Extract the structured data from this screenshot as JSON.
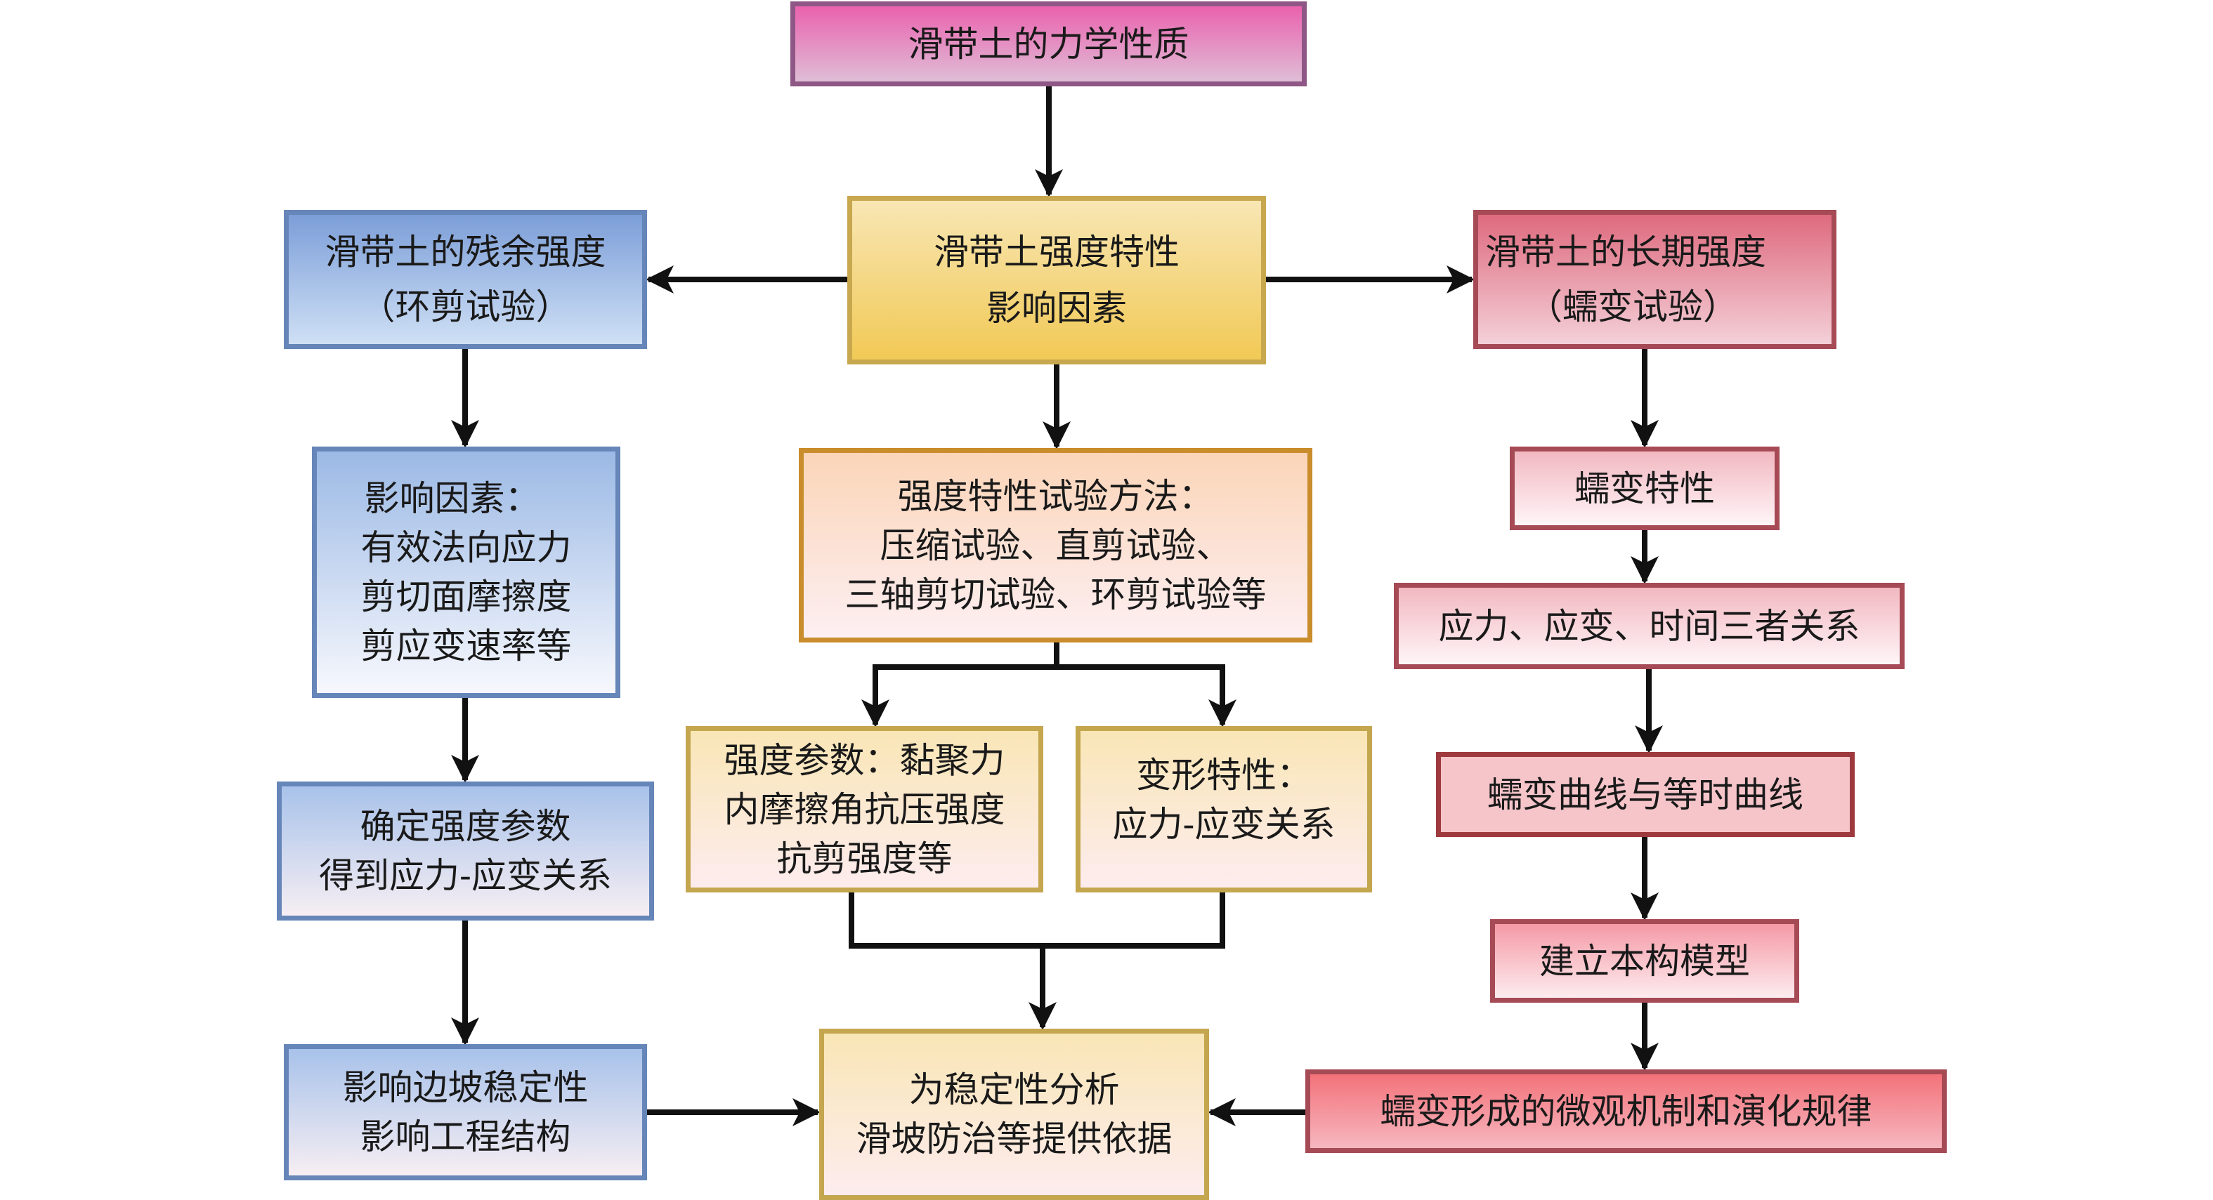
{
  "title": "滑带土的力学性质",
  "nodes": {
    "root": {
      "lines": [
        "滑带土的力学性质"
      ]
    },
    "strength_factors": {
      "lines": [
        "滑带土强度特性",
        "影响因素"
      ]
    },
    "residual": {
      "lines": [
        "滑带土的残余强度",
        "（环剪试验）"
      ]
    },
    "longterm": {
      "lines": [
        "滑带土的长期强度",
        "（蠕变试验）"
      ]
    },
    "residual_factors": {
      "lines": [
        "影响因素：",
        "有效法向应力",
        "剪切面摩擦度",
        "剪应变速率等"
      ]
    },
    "test_methods": {
      "lines": [
        "强度特性试验方法：",
        "压缩试验、直剪试验、",
        "三轴剪切试验、环剪试验等"
      ]
    },
    "creep_props": {
      "lines": [
        "蠕变特性"
      ]
    },
    "stress_strain_time": {
      "lines": [
        "应力、应变、时间三者关系"
      ]
    },
    "strength_params": {
      "lines": [
        "强度参数：黏聚力",
        "内摩擦角抗压强度",
        "抗剪强度等"
      ]
    },
    "deformation": {
      "lines": [
        "变形特性：",
        "应力-应变关系"
      ]
    },
    "determine_params": {
      "lines": [
        "确定强度参数",
        "得到应力-应变关系"
      ]
    },
    "creep_curves": {
      "lines": [
        "蠕变曲线与等时曲线"
      ]
    },
    "constitutive": {
      "lines": [
        "建立本构模型"
      ]
    },
    "slope_impact": {
      "lines": [
        "影响边坡稳定性",
        "影响工程结构"
      ]
    },
    "basis": {
      "lines": [
        "为稳定性分析",
        "滑坡防治等提供依据"
      ]
    },
    "creep_mechanism": {
      "lines": [
        "蠕变形成的微观机制和演化规律"
      ]
    }
  },
  "edges": [
    {
      "from": "root",
      "to": "strength_factors"
    },
    {
      "from": "strength_factors",
      "to": "residual"
    },
    {
      "from": "strength_factors",
      "to": "longterm"
    },
    {
      "from": "strength_factors",
      "to": "test_methods"
    },
    {
      "from": "residual",
      "to": "residual_factors"
    },
    {
      "from": "residual_factors",
      "to": "determine_params"
    },
    {
      "from": "determine_params",
      "to": "slope_impact"
    },
    {
      "from": "slope_impact",
      "to": "basis"
    },
    {
      "from": "test_methods",
      "to": "strength_params"
    },
    {
      "from": "test_methods",
      "to": "deformation"
    },
    {
      "from": "strength_params",
      "to": "basis"
    },
    {
      "from": "deformation",
      "to": "basis"
    },
    {
      "from": "longterm",
      "to": "creep_props"
    },
    {
      "from": "creep_props",
      "to": "stress_strain_time"
    },
    {
      "from": "stress_strain_time",
      "to": "creep_curves"
    },
    {
      "from": "creep_curves",
      "to": "constitutive"
    },
    {
      "from": "constitutive",
      "to": "creep_mechanism"
    },
    {
      "from": "creep_mechanism",
      "to": "basis"
    }
  ],
  "colors": {
    "arrow": "#111111",
    "blue_border": "#6686b9",
    "red_border": "#a64a56",
    "gold_border": "#c8a84e",
    "pink_border": "#8e5785"
  }
}
